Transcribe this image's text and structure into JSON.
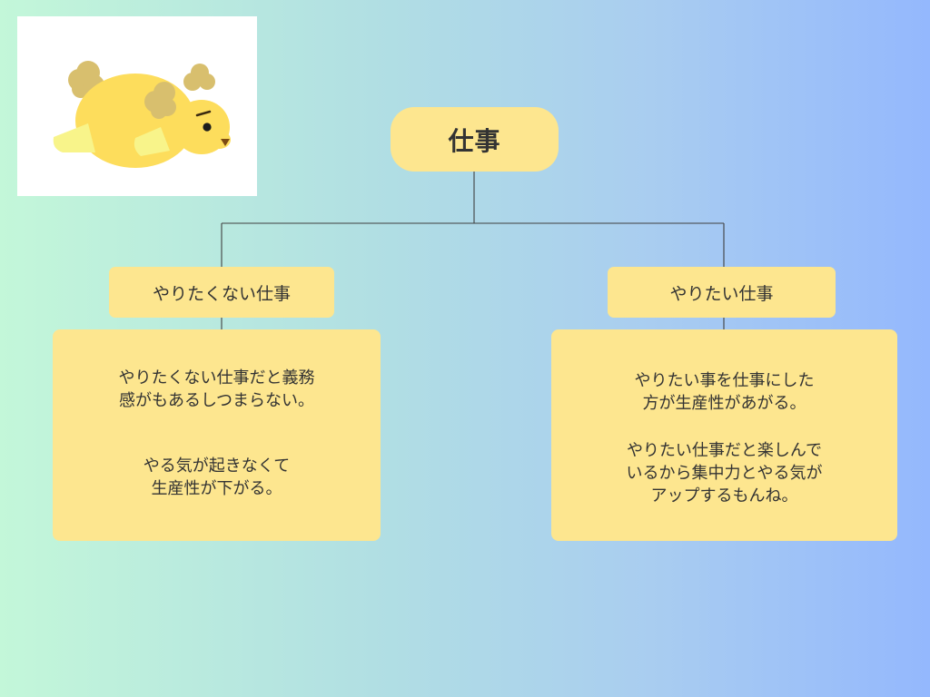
{
  "diagram": {
    "root": {
      "label": "仕事"
    },
    "branches": [
      {
        "label": "やりたくない仕事",
        "paragraphs": [
          [
            "やりたくない仕事だと義務",
            "感がもあるしつまらない。"
          ],
          [
            "やる気が起きなくて",
            "生産性が下がる。"
          ]
        ]
      },
      {
        "label": "やりたい仕事",
        "paragraphs": [
          [
            "やりたい事を仕事にした",
            "方が生産性があがる。"
          ],
          [
            "やりたい仕事だと楽しんで",
            "いるから集中力とやる気が",
            "アップするもんね。"
          ]
        ]
      }
    ]
  },
  "illustration": {
    "subject": "lying-yellow-bear-mascot",
    "colors": {
      "body": "#fddd5c",
      "limbs": "#f8f48a",
      "ears": "#d8bf6e",
      "nose": "#7c4a12"
    }
  },
  "colors": {
    "node_fill": "#fde68f",
    "connector": "#3f3f3f",
    "gradient_start": "#c3f7d9",
    "gradient_end": "#94b8fd"
  }
}
